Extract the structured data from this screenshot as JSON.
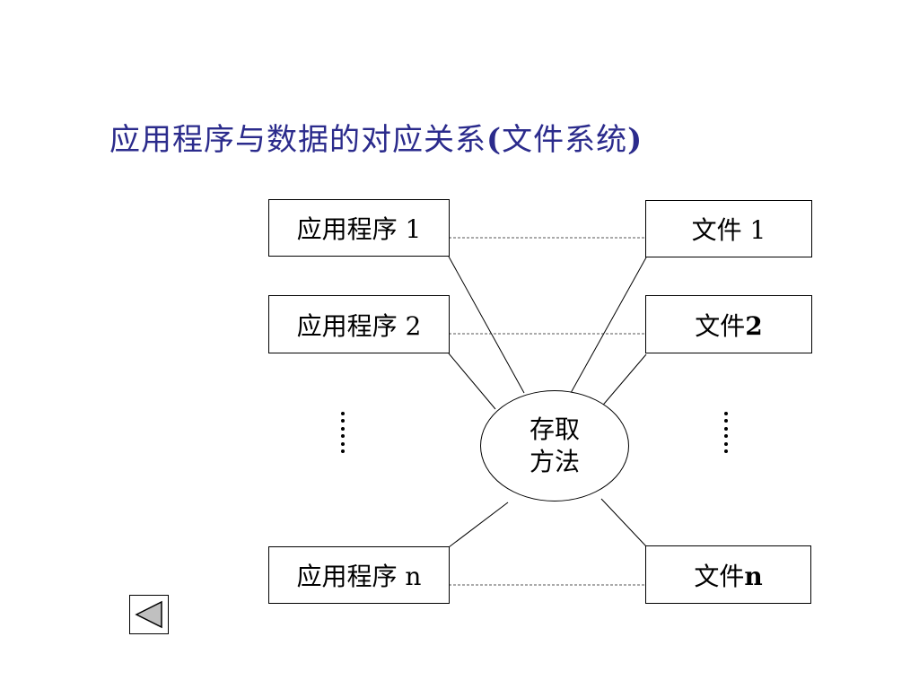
{
  "title": {
    "main": "应用程序与数据的对应关系",
    "open_paren": "(",
    "sub": "文件系统",
    "close_paren": ")"
  },
  "applications": {
    "app1": "应用程序 1",
    "app2": "应用程序 2",
    "appn": "应用程序 n"
  },
  "files": {
    "file1": "文件 1",
    "file2_text": "文件",
    "file2_num": "2",
    "filen_text": "文件",
    "filen_num": "n"
  },
  "access_method": {
    "line1": "存取",
    "line2": "方法"
  },
  "colors": {
    "title": "#2b2b8c",
    "back_button_fill": "#c0c0c0"
  },
  "icons": {
    "back": "triangle-left-icon"
  }
}
